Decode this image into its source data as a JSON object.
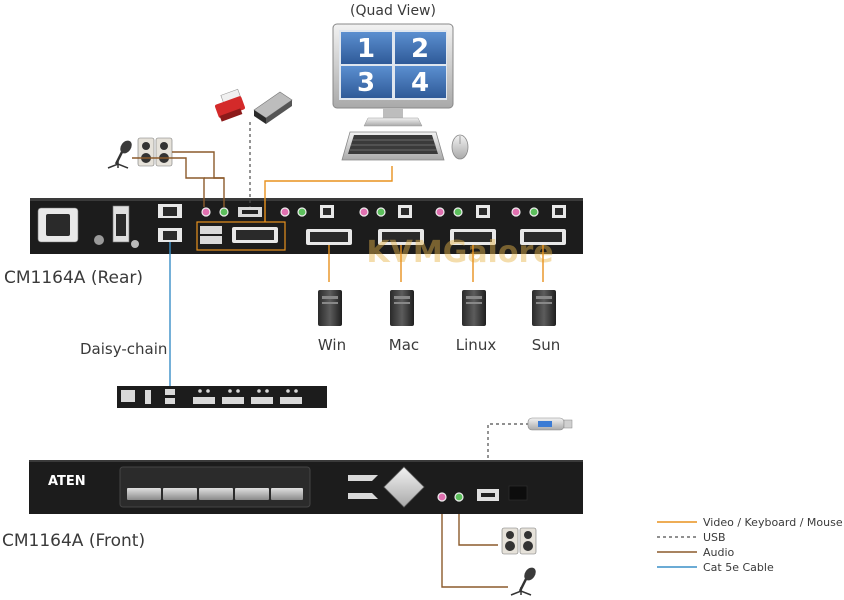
{
  "monitor": {
    "view_label": "(Quad View)",
    "quadrants": [
      "1",
      "2",
      "3",
      "4"
    ]
  },
  "rear_unit": {
    "label": "CM1164A (Rear)"
  },
  "front_unit": {
    "label": "CM1164A (Front)",
    "brand": "ATEN"
  },
  "daisy_chain": {
    "label": "Daisy-chain"
  },
  "computers": [
    {
      "label": "Win"
    },
    {
      "label": "Mac"
    },
    {
      "label": "Linux"
    },
    {
      "label": "Sun"
    }
  ],
  "watermark": "KVMGalore",
  "legend": [
    {
      "label": "Video / Keyboard / Mouse",
      "color": "#e8921e",
      "style": "solid"
    },
    {
      "label": "USB",
      "color": "#4d4d4d",
      "style": "dashed"
    },
    {
      "label": "Audio",
      "color": "#8b5a2b",
      "style": "solid"
    },
    {
      "label": "Cat 5e Cable",
      "color": "#3a8fc7",
      "style": "solid"
    }
  ],
  "colors": {
    "video": "#e8921e",
    "usb": "#4d4d4d",
    "audio": "#8b5a2b",
    "cat5e": "#3a8fc7",
    "chassis": "#1c1c1c",
    "screen": "#3d6fb0"
  }
}
